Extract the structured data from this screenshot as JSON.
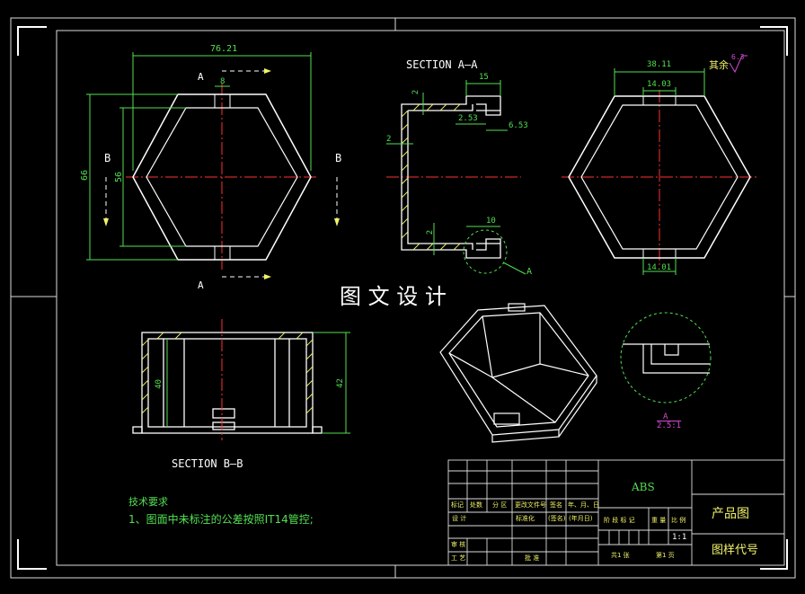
{
  "watermark": "图 文 设 计",
  "views": {
    "top": {
      "dim_width": "76.21",
      "dim_tab": "8",
      "dim_height_outer": "66",
      "dim_height_inner": "56",
      "marker_top": "A",
      "marker_bottom": "A",
      "marker_left": "B",
      "marker_right": "B"
    },
    "section_aa": {
      "title": "SECTION  A—A",
      "dim_15": "15",
      "dim_2_top": "2",
      "dim_253": "2.53",
      "dim_653": "6.53",
      "dim_2_left": "2",
      "dim_2_bottom": "2",
      "dim_10": "10",
      "detail_ref": "A"
    },
    "right": {
      "dim_3811": "38.11",
      "dim_1403": "14.03",
      "dim_1401": "14.01",
      "rest_note": "其余",
      "roughness": "6.3"
    },
    "section_bb": {
      "title": "SECTION  B—B",
      "dim_40": "40",
      "dim_42": "42"
    },
    "detail": {
      "ref": "A",
      "scale": "2.5:1"
    }
  },
  "notes": {
    "heading": "技术要求",
    "item1": "1、图面中未标注的公差按照IT14管控;"
  },
  "title_block": {
    "material": "ABS",
    "product_type": "产品图",
    "drawing_code": "图样代号",
    "scale": "1:1",
    "row_labels": [
      "标记",
      "处数",
      "分 区",
      "更改文件号",
      "签名",
      "年、月、日"
    ],
    "design": "设 计",
    "standardize": "标准化",
    "sign": "(签名)",
    "date": "(年月日)",
    "stage_marks": "阶 段 标 记",
    "weight": "重 量",
    "ratio": "比 例",
    "review": "审 核",
    "process": "工 艺",
    "approve": "批 准",
    "sheets_total": "共1 张",
    "sheet_no": "第1 页"
  }
}
